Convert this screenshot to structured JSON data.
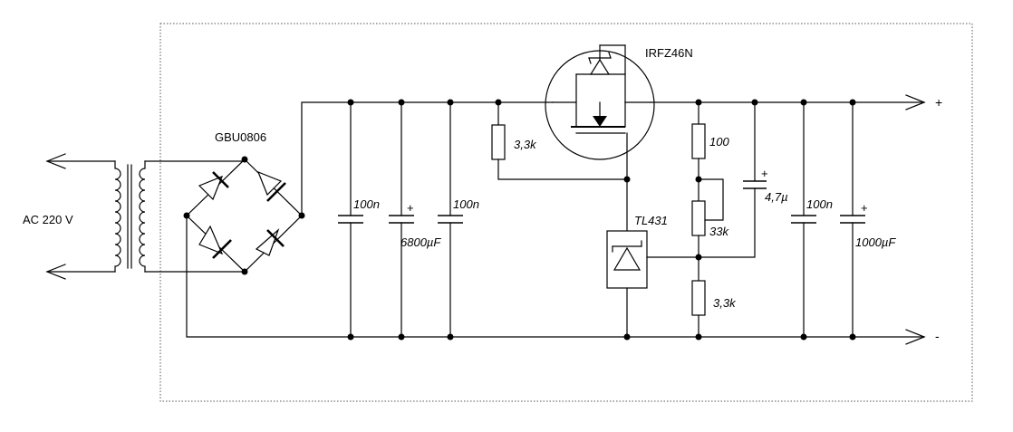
{
  "labels": {
    "ac_input": "AC 220 V",
    "bridge": "GBU0806",
    "mosfet": "IRFZ46N",
    "regulator": "TL431",
    "c1": "100n",
    "c2": "6800µF",
    "c3": "100n",
    "r_gate": "3,3k",
    "r_top": "100",
    "r_pot": "33k",
    "r_bottom": "3,3k",
    "c_fb": "4,7µ",
    "c4": "100n",
    "c5": "1000µF",
    "plus_sign": "+",
    "minus_sign": "-",
    "cap_plus": "+"
  }
}
